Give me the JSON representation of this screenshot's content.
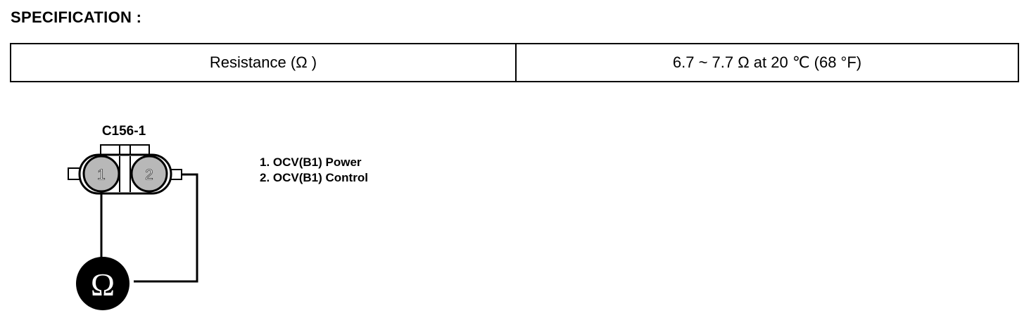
{
  "heading": "SPECIFICATION :",
  "spec_table": {
    "parameter": "Resistance (Ω )",
    "value": "6.7 ~ 7.7 Ω  at 20 ℃ (68 °F)"
  },
  "diagram": {
    "connector_label": "C156-1",
    "pin_1": "1",
    "pin_2": "2",
    "meter_symbol": "Ω"
  },
  "legend": [
    "1. OCV(B1) Power",
    "2. OCV(B1) Control"
  ]
}
